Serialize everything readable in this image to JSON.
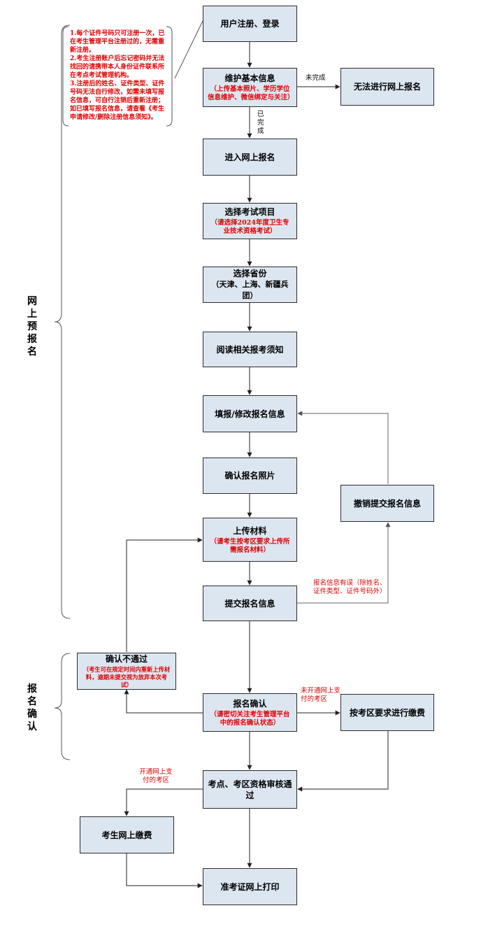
{
  "sections": {
    "online": "网上预报名",
    "confirm": "报名确认"
  },
  "notes": [
    "1.每个证件号码只可注册一次，已在考生管理平台注册过的，无需重新注册。",
    "2.考生注册账户后忘记密码并无法找回的请携带本人身份证件联系所在考点考试管理机构。",
    "3.注册后的姓名、证件类型、证件号码无法自行修改，如需未填写报名信息，可自行注销后重新注册；如已填写报名信息，请查看《考生申请修改/删除注册信息须知》。"
  ],
  "nodes": {
    "register": {
      "title": "用户注册、登录"
    },
    "basic_info": {
      "title": "维护基本信息",
      "sub": "（上传基本照片、学历学位信息维护、微信绑定与关注）"
    },
    "cannot_register": {
      "title": "无法进行网上报名"
    },
    "enter_online": {
      "title": "进入网上报名"
    },
    "select_exam": {
      "title": "选择考试项目",
      "sub": "（请选择2024年度卫生专业技术资格考试）"
    },
    "select_province": {
      "title": "选择省份",
      "sub": "（天津、上海、新疆兵团）"
    },
    "read_notice": {
      "title": "阅读相关报考须知"
    },
    "fill_info": {
      "title": "填报/修改报名信息"
    },
    "confirm_photo": {
      "title": "确认报名照片"
    },
    "upload_materials": {
      "title": "上传材料",
      "sub": "（请考生按考区要求上传所需报名材料）"
    },
    "submit_info": {
      "title": "提交报名信息"
    },
    "revoke_info": {
      "title": "撤销提交报名信息"
    },
    "confirm_fail": {
      "title": "确认不通过",
      "sub": "（考生可在规定时间内重新上传材料，逾期未提交视为放弃本次考试）"
    },
    "registration_confirm": {
      "title": "报名确认",
      "sub": "（请密切关注考生管理平台中的报名确认状态）"
    },
    "pay_by_region": {
      "title": "按考区要求进行缴费"
    },
    "review_pass": {
      "title": "考点、考区资格审核通过"
    },
    "online_payment": {
      "title": "考生网上缴费"
    },
    "print_ticket": {
      "title": "准考证网上打印"
    }
  },
  "edge_labels": {
    "not_done": "未完成",
    "done": "已完成",
    "info_error": "报名信息有误（除姓名、证件类型、证件号码外）",
    "no_online_pay": "未开通网上支付的考区",
    "has_online_pay": "开通网上支付的考区"
  }
}
